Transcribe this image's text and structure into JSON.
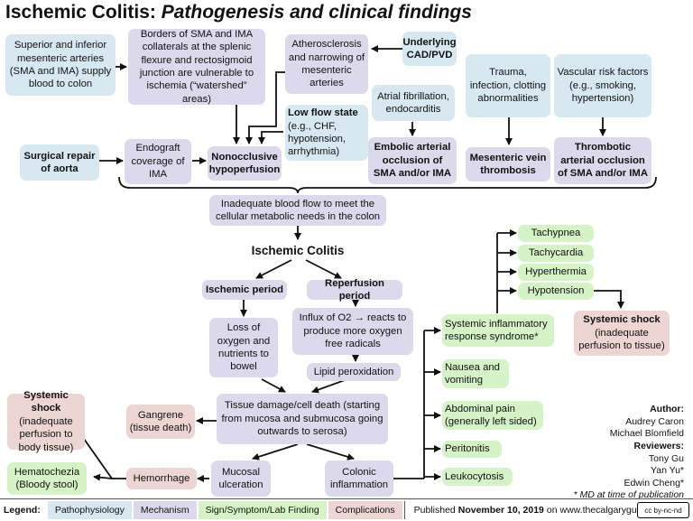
{
  "title": {
    "main": "Ischemic Colitis: ",
    "italic": "Pathogenesis and clinical findings"
  },
  "nodes": {
    "superior_inferior": "Superior and inferior mesenteric arteries (SMA and IMA) supply blood to colon",
    "borders": "Borders of SMA and IMA collaterals at the splenic flexure and rectosigmoid junction are vulnerable to ischemia (“watershed” areas)",
    "atherosclerosis": "Atherosclerosis and narrowing of mesenteric arteries",
    "underlying_cad": "Underlying CAD/PVD",
    "trauma": "Trauma, infection, clotting abnormalities",
    "vascular_risk": "Vascular risk factors (e.g., smoking, hypertension)",
    "atrial_fib": "Atrial fibrillation, endocarditis",
    "low_flow_title": "Low flow state",
    "low_flow_text": "(e.g., CHF, hypotension, arrhythmia)",
    "surgical_repair": "Surgical repair of aorta",
    "endograft": "Endograft coverage of IMA",
    "nonocclusive": "Nonocclusive hypoperfusion",
    "embolic": "Embolic arterial occlusion of SMA and/or IMA",
    "mesenteric_vein": "Mesenteric vein thrombosis",
    "thrombotic": "Thrombotic arterial occlusion of SMA and/or IMA",
    "inadequate_flow": "Inadequate blood flow to meet the cellular metabolic needs in the colon",
    "ischemic_colitis": "Ischemic Colitis",
    "ischemic_period": "Ischemic period",
    "reperfusion_period": "Reperfusion period",
    "loss_oxygen": "Loss of oxygen and nutrients to bowel",
    "influx_o2": "Influx of O2 → reacts to produce more oxygen free radicals",
    "lipid_perox": "Lipid peroxidation",
    "tissue_damage": "Tissue damage/cell death (starting from mucosa and submucosa going outwards to serosa)",
    "gangrene": "Gangrene (tissue death)",
    "hemorrhage": "Hemorrhage",
    "mucosal_ulceration": "Mucosal ulceration",
    "colonic_inflammation": "Colonic inflammation",
    "systemic_shock_left_title": "Systemic shock",
    "systemic_shock_left_text": "(inadequate perfusion to body tissue)",
    "hematochezia": "Hematochezia (Bloody stool)",
    "tachypnea": "Tachypnea",
    "tachycardia": "Tachycardia",
    "hyperthermia": "Hyperthermia",
    "hypotension": "Hypotension",
    "sirs": "Systemic inflammatory response syndrome*",
    "systemic_shock_right_title": "Systemic shock",
    "systemic_shock_right_text": "(inadequate perfusion to tissue)",
    "nausea": "Nausea and vomiting",
    "abdominal_pain": "Abdominal pain (generally left sided)",
    "peritonitis": "Peritonitis",
    "leukocytosis": "Leukocytosis"
  },
  "credits": {
    "author_label": "Author:",
    "author": "Audrey Caron",
    "author2": "Michael Blomfield",
    "reviewers_label": "Reviewers:",
    "reviewer1": "Tony Gu",
    "reviewer2": "Yan Yu*",
    "reviewer3": "Edwin Cheng*",
    "note": "* MD at time of publication"
  },
  "legend": {
    "label": "Legend:",
    "items": [
      "Pathophysiology",
      "Mechanism",
      "Sign/Symptom/Lab Finding",
      "Complications"
    ],
    "published_prefix": "Published",
    "published_date": "November 10, 2019",
    "published_suffix": "on www.thecalgaryguide.com",
    "license": "cc by-nc-nd"
  },
  "colors": {
    "pathophysiology": "#d8e8f1",
    "mechanism": "#ddd9ec",
    "sign": "#d6f2c7",
    "complication": "#ecd5d3"
  }
}
